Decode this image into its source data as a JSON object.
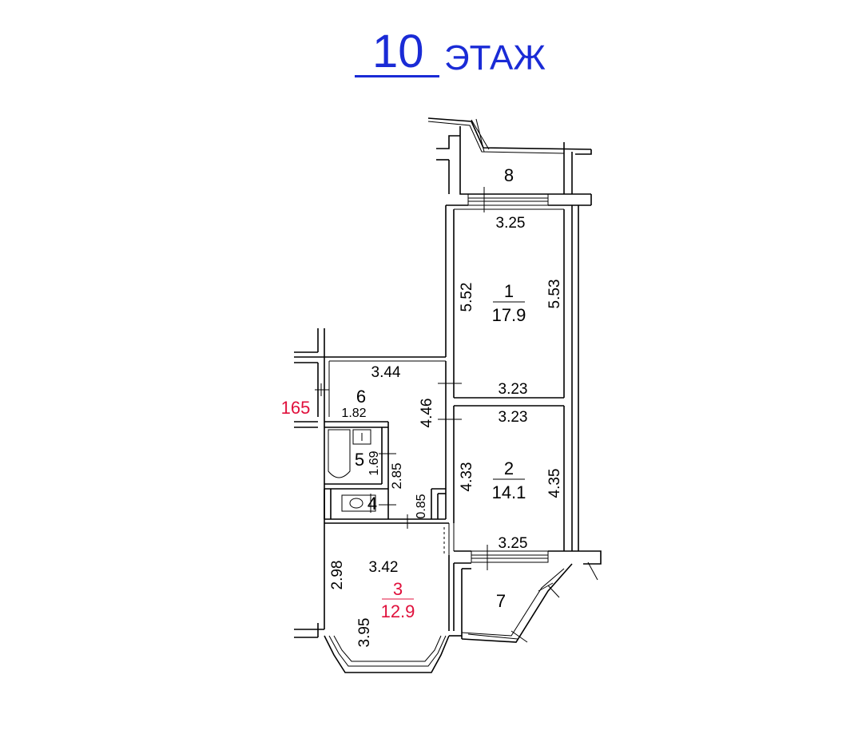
{
  "floor": {
    "number": "10",
    "label": "ЭТАЖ",
    "color": "#1a2bd6"
  },
  "rooms": {
    "r1": {
      "number": "1",
      "area": "17.9"
    },
    "r2": {
      "number": "2",
      "area": "14.1"
    },
    "r3": {
      "number": "3",
      "area": "12.9",
      "color": "#e0103c"
    },
    "r4": {
      "number": "4"
    },
    "r5": {
      "number": "5"
    },
    "r6": {
      "number": "6"
    },
    "r7": {
      "number": "7"
    },
    "r8": {
      "number": "8"
    }
  },
  "dims": {
    "r8_bottom": "3.25",
    "r1_left": "5.52",
    "r1_right": "5.53",
    "r1_bottom": "3.23",
    "r2_top": "3.23",
    "r2_left": "4.33",
    "r2_right": "4.35",
    "r2_bottom": "3.25",
    "r6_top": "3.44",
    "r6_right": "4.46",
    "r5_top": "1.82",
    "r5_width": "1.69",
    "r5_height": "2.85",
    "corridor_width": "0.85",
    "r3_top": "3.42",
    "r3_left": "2.98",
    "r3_bottom": "3.95",
    "ceiling": "165"
  }
}
